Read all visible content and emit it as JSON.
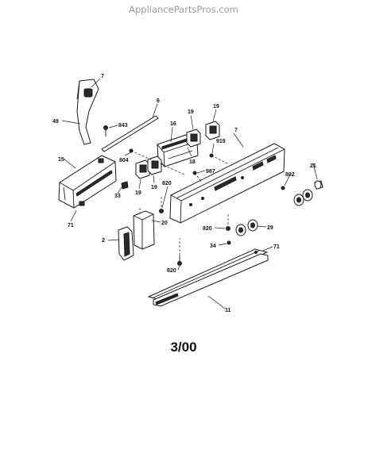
{
  "watermark": "AppliancePartsPros.com",
  "date_code": "3/00",
  "callouts": {
    "c7a": "7",
    "c6": "6",
    "c49": "49",
    "c843": "843",
    "c16": "16",
    "c19a": "19",
    "c19b": "19",
    "c919": "919",
    "c7b": "7",
    "c804": "804",
    "c18": "18",
    "c987": "987",
    "c15": "15",
    "c802": "802",
    "c21": "21",
    "c33": "33",
    "c19c": "19",
    "c19d": "19",
    "c820a": "820",
    "c71a": "71",
    "c20": "20",
    "c820b": "820",
    "c29": "29",
    "c2": "2",
    "c34": "34",
    "c71b": "71",
    "c820c": "820",
    "c11": "11"
  }
}
